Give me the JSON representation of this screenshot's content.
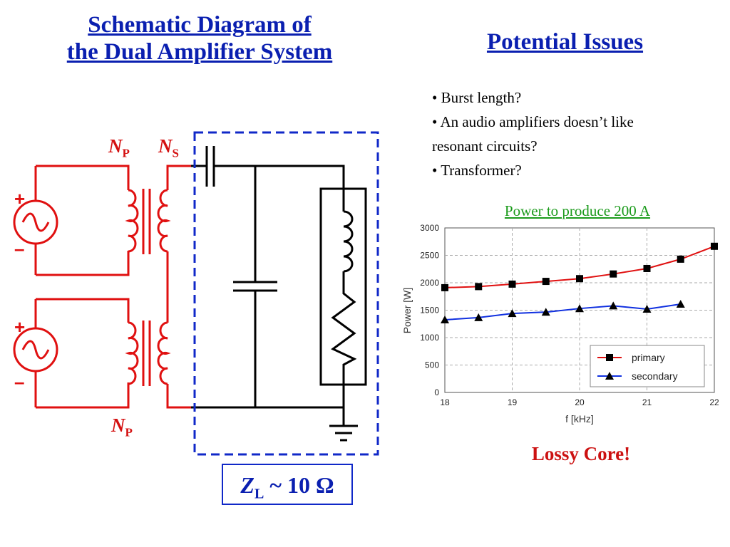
{
  "left_title": {
    "line1": "Schematic Diagram of",
    "line2": "the Dual Amplifier System"
  },
  "right_title": "Potential Issues",
  "issues": [
    "• Burst length?",
    "• An audio amplifiers doesn’t like",
    "resonant circuits?",
    "• Transformer?"
  ],
  "schematic": {
    "primary_label": "N",
    "primary_sub": "P",
    "secondary_label": "N",
    "secondary_sub": "S",
    "plus": "+",
    "minus": "–",
    "load_label": "Z",
    "load_sub": "L",
    "load_value": " ~ 10 Ω",
    "colors": {
      "primary": "#e01010",
      "secondary": "#000000",
      "box": "#1028c8"
    }
  },
  "chart_title": "Power to produce 200 A",
  "chart_data": {
    "type": "line",
    "xlabel": "f [kHz]",
    "ylabel": "Power [W]",
    "xlim": [
      18,
      22
    ],
    "ylim": [
      0,
      3000
    ],
    "xticks": [
      18,
      19,
      20,
      21,
      22
    ],
    "yticks": [
      0,
      500,
      1000,
      1500,
      2000,
      2500,
      3000
    ],
    "grid": true,
    "legend": "bottom-right",
    "series": [
      {
        "name": "primary",
        "marker": "square",
        "color": "#e01010",
        "x": [
          18,
          18.5,
          19,
          19.5,
          20,
          20.5,
          21,
          21.5,
          22
        ],
        "y": [
          1910,
          1930,
          1975,
          2025,
          2075,
          2160,
          2260,
          2430,
          2665
        ]
      },
      {
        "name": "secondary",
        "marker": "triangle",
        "color": "#1030e0",
        "x": [
          18,
          18.5,
          19,
          19.5,
          20,
          20.5,
          21,
          21.5
        ],
        "y": [
          1325,
          1365,
          1440,
          1465,
          1530,
          1580,
          1520,
          1610
        ]
      }
    ]
  },
  "conclusion": "Lossy Core!"
}
